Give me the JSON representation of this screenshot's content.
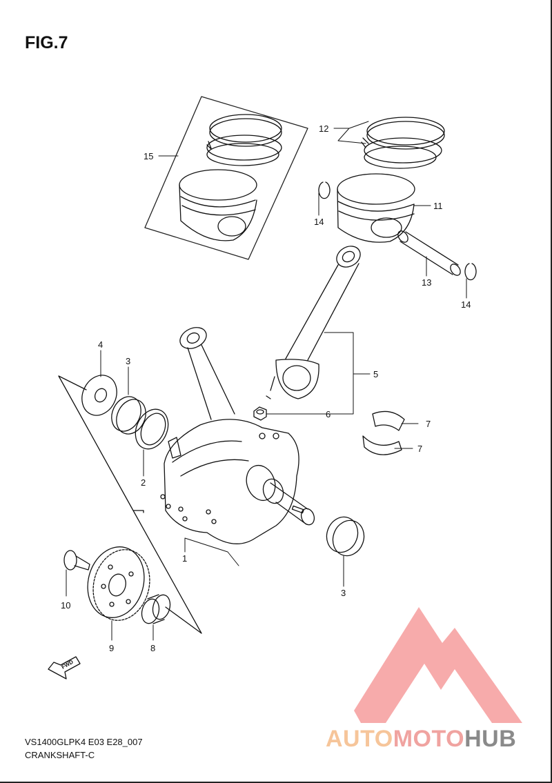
{
  "figure": {
    "title": "FIG.7"
  },
  "callouts": {
    "c1": "1",
    "c2": "2",
    "c3a": "3",
    "c3b": "3",
    "c4": "4",
    "c5": "5",
    "c6": "6",
    "c7a": "7",
    "c7b": "7",
    "c8": "8",
    "c9": "9",
    "c10": "10",
    "c11": "11",
    "c12": "12",
    "c13": "13",
    "c14a": "14",
    "c14b": "14",
    "c15": "15"
  },
  "footer": {
    "model_code": "VS1400GLPK4 E03 E28_007",
    "section": "CRANKSHAFT-C"
  },
  "fwd_label": "FWD",
  "watermark": {
    "part1": "AUTO",
    "part2": "MOTO",
    "part3": "HUB",
    "colors": [
      "#f6c59a",
      "#f0a3a0",
      "#8a8a8a"
    ]
  }
}
